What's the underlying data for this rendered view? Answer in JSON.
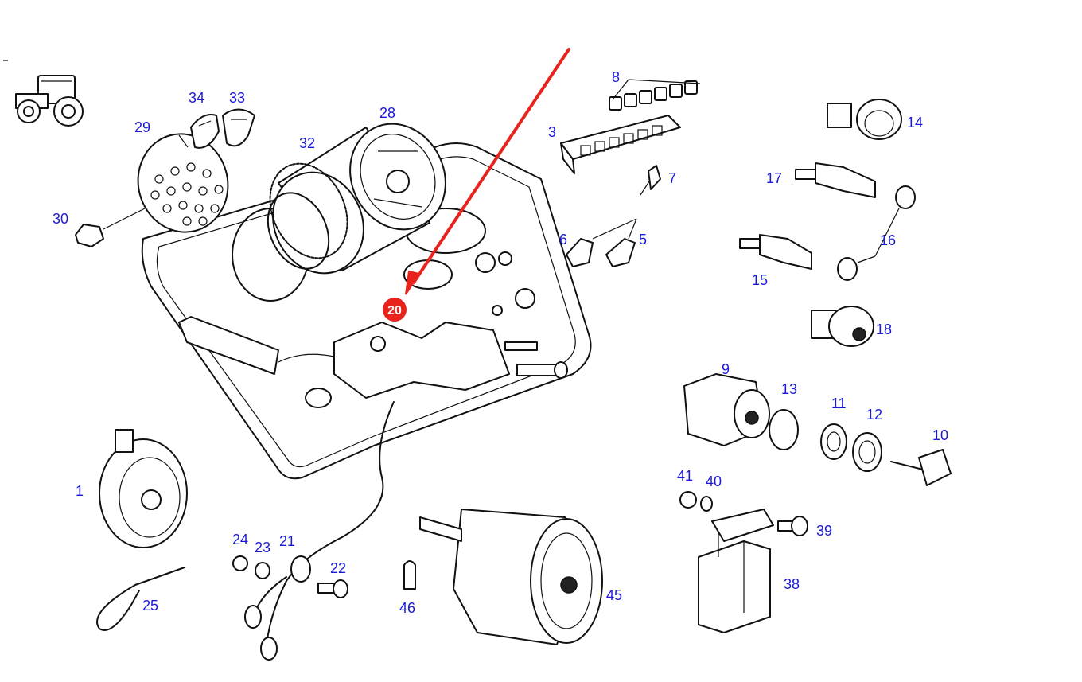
{
  "diagram": {
    "highlight_color": "#e8231e",
    "label_color": "#1a1ad6",
    "callout": {
      "number": "20"
    },
    "parts": [
      {
        "id": "p1",
        "label": "1"
      },
      {
        "id": "p3",
        "label": "3"
      },
      {
        "id": "p5",
        "label": "5"
      },
      {
        "id": "p6",
        "label": "6"
      },
      {
        "id": "p7",
        "label": "7"
      },
      {
        "id": "p8",
        "label": "8"
      },
      {
        "id": "p9",
        "label": "9"
      },
      {
        "id": "p10",
        "label": "10"
      },
      {
        "id": "p11",
        "label": "11"
      },
      {
        "id": "p12",
        "label": "12"
      },
      {
        "id": "p13",
        "label": "13"
      },
      {
        "id": "p14",
        "label": "14"
      },
      {
        "id": "p15",
        "label": "15"
      },
      {
        "id": "p16",
        "label": "16"
      },
      {
        "id": "p17",
        "label": "17"
      },
      {
        "id": "p18",
        "label": "18"
      },
      {
        "id": "p21",
        "label": "21"
      },
      {
        "id": "p22",
        "label": "22"
      },
      {
        "id": "p23",
        "label": "23"
      },
      {
        "id": "p24",
        "label": "24"
      },
      {
        "id": "p25",
        "label": "25"
      },
      {
        "id": "p28",
        "label": "28"
      },
      {
        "id": "p29",
        "label": "29"
      },
      {
        "id": "p30",
        "label": "30"
      },
      {
        "id": "p32",
        "label": "32"
      },
      {
        "id": "p33",
        "label": "33"
      },
      {
        "id": "p34",
        "label": "34"
      },
      {
        "id": "p38",
        "label": "38"
      },
      {
        "id": "p39",
        "label": "39"
      },
      {
        "id": "p40",
        "label": "40"
      },
      {
        "id": "p41",
        "label": "41"
      },
      {
        "id": "p45",
        "label": "45"
      },
      {
        "id": "p46",
        "label": "46"
      }
    ]
  }
}
